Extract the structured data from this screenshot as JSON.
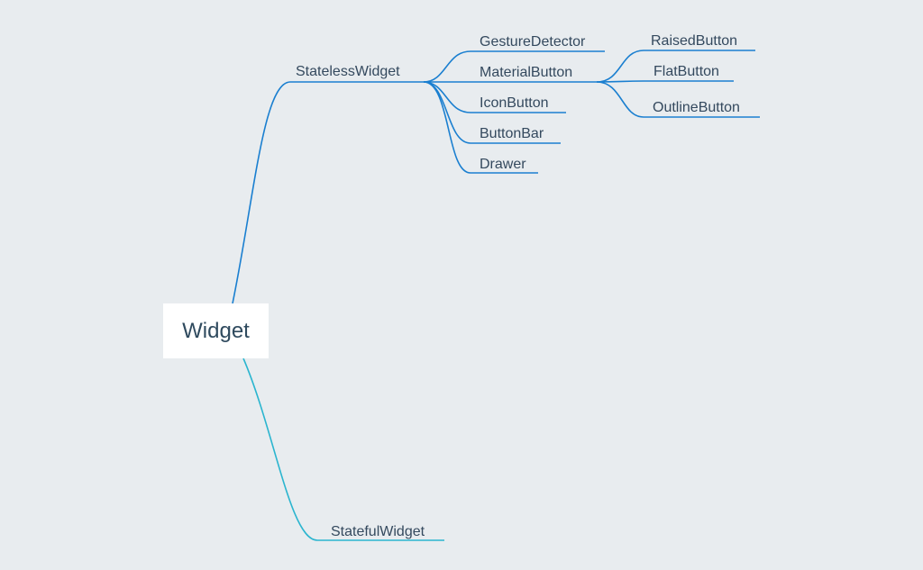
{
  "colors": {
    "background": "#e8ecef",
    "branch_stateless": "#1a7fd0",
    "branch_stateful": "#2bb5cf",
    "text": "#34495e"
  },
  "root": {
    "label": "Widget"
  },
  "nodes": {
    "stateless": "StatelessWidget",
    "stateful": "StatefulWidget",
    "gesture_detector": "GestureDetector",
    "material_button": "MaterialButton",
    "icon_button": "IconButton",
    "button_bar": "ButtonBar",
    "drawer": "Drawer",
    "raised_button": "RaisedButton",
    "flat_button": "FlatButton",
    "outline_button": "OutlineButton"
  }
}
